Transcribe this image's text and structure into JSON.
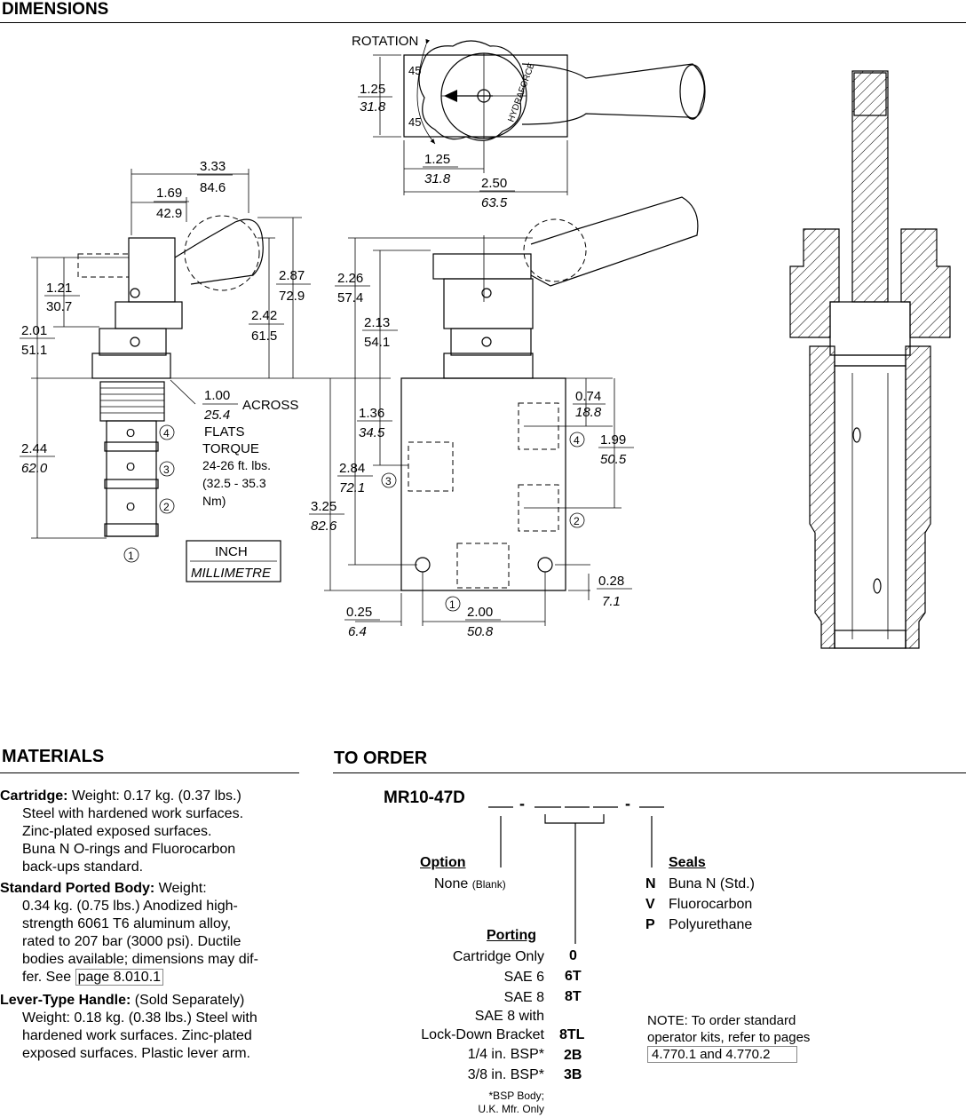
{
  "headers": {
    "dimensions": "DIMENSIONS",
    "materials": "MATERIALS",
    "to_order": "TO ORDER"
  },
  "drawing": {
    "rotation_label": "ROTATION",
    "angle_top": "45",
    "angle_bottom": "45",
    "brand_on_knob": "HYDRAFORCE",
    "dims": {
      "d125a_in": "1.25",
      "d125a_mm": "31.8",
      "d125b_in": "1.25",
      "d125b_mm": "31.8",
      "d250_in": "2.50",
      "d250_mm": "63.5",
      "d333_in": "3.33",
      "d333_mm": "84.6",
      "d169_in": "1.69",
      "d169_mm": "42.9",
      "d287_in": "2.87",
      "d287_mm": "72.9",
      "d121_in": "1.21",
      "d121_mm": "30.7",
      "d201_in": "2.01",
      "d201_mm": "51.1",
      "d242_in": "2.42",
      "d242_mm": "61.5",
      "d226_in": "2.26",
      "d226_mm": "57.4",
      "d213_in": "2.13",
      "d213_mm": "54.1",
      "d100_in": "1.00",
      "d100_mm": "25.4",
      "across": "ACROSS",
      "flats": "FLATS",
      "torque": "TORQUE",
      "torque_v1": "24-26 ft. lbs.",
      "torque_v2": "(32.5 - 35.3",
      "torque_v3": "Nm)",
      "d244_in": "2.44",
      "d244_mm": "62.0",
      "d136_in": "1.36",
      "d136_mm": "34.5",
      "d284_in": "2.84",
      "d284_mm": "72.1",
      "d325_in": "3.25",
      "d325_mm": "82.6",
      "d074_in": "0.74",
      "d074_mm": "18.8",
      "d199_in": "1.99",
      "d199_mm": "50.5",
      "d028_in": "0.28",
      "d028_mm": "7.1",
      "d025_in": "0.25",
      "d025_mm": "6.4",
      "d200_in": "2.00",
      "d200_mm": "50.8"
    },
    "ports": {
      "p1": "1",
      "p2": "2",
      "p3": "3",
      "p4": "4"
    },
    "units_inch": "INCH",
    "units_mm": "MILLIMETRE"
  },
  "materials": {
    "cartridge_label": "Cartridge:",
    "cartridge_text1": " Weight: 0.17 kg. (0.37 lbs.)",
    "cartridge_lines": [
      "Steel with hardened work surfaces.",
      "Zinc-plated exposed surfaces.",
      "Buna N O-rings and Fluorocarbon",
      "back-ups standard."
    ],
    "body_label": "Standard Ported Body:",
    "body_text1": " Weight:",
    "body_lines": [
      "0.34 kg. (0.75 lbs.) Anodized high-",
      "strength 6061 T6 aluminum alloy,",
      "rated to 207 bar (3000 psi). Ductile",
      "bodies available; dimensions may dif-"
    ],
    "body_last_prefix": "fer. See",
    "body_link": "page 8.010.1",
    "lever_label": "Lever-Type Handle:",
    "lever_text1": " (Sold Separately)",
    "lever_lines": [
      "Weight: 0.18 kg. (0.38 lbs.) Steel with",
      "hardened work surfaces. Zinc-plated",
      "exposed surfaces. Plastic lever arm."
    ]
  },
  "order": {
    "model": "MR10-47D",
    "option_title": "Option",
    "option_none": "None",
    "option_blank": "(Blank)",
    "seals_title": "Seals",
    "seals": [
      {
        "code": "N",
        "name": "Buna N (Std.)"
      },
      {
        "code": "V",
        "name": "Fluorocarbon"
      },
      {
        "code": "P",
        "name": "Polyurethane"
      }
    ],
    "porting_title": "Porting",
    "porting": [
      {
        "name": "Cartridge Only",
        "code": "0"
      },
      {
        "name": "SAE 6",
        "code": "6T"
      },
      {
        "name": "SAE 8",
        "code": "8T"
      },
      {
        "name": "SAE 8 with",
        "code": ""
      },
      {
        "name": "Lock-Down Bracket",
        "code": "8TL"
      },
      {
        "name": "1/4 in. BSP*",
        "code": "2B"
      },
      {
        "name": "3/8 in. BSP*",
        "code": "3B"
      }
    ],
    "footnote1": "*BSP Body;",
    "footnote2": "U.K. Mfr. Only",
    "note_line1": "NOTE: To order standard",
    "note_line2": "operator kits, refer to pages",
    "note_link": "4.770.1 and 4.770.2"
  }
}
